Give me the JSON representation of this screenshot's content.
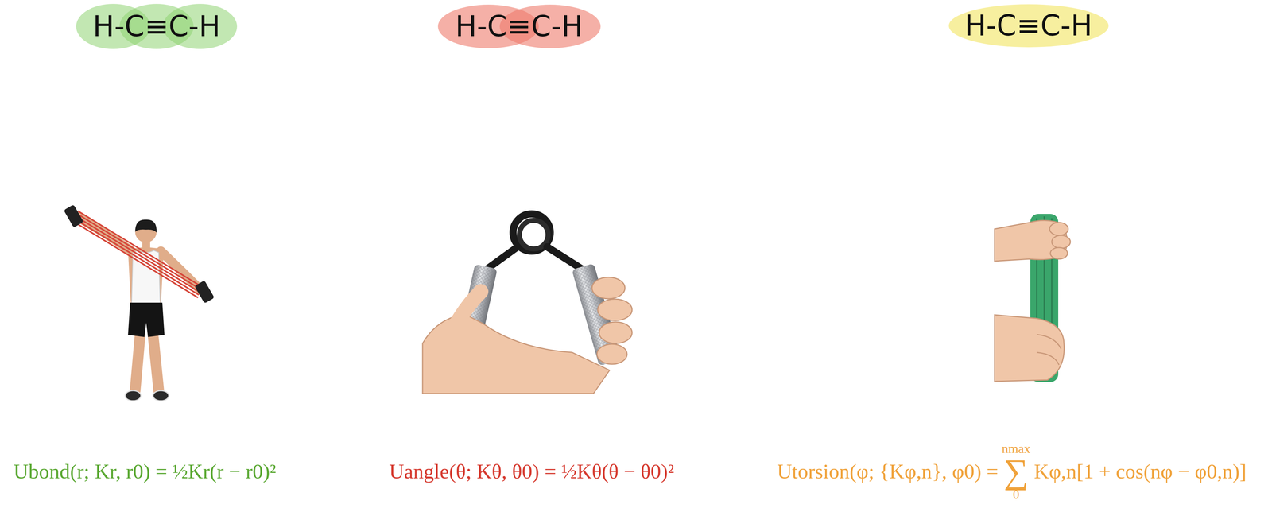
{
  "diagram": {
    "nodes": [
      {
        "text": [
          "H-C≡C-H"
        ]
      },
      {
        "text": [
          "H-C≡C-H"
        ]
      },
      {
        "text": [
          "H-C≡C-H"
        ]
      }
    ],
    "labels": [
      "Ubond(r; Kr, r0) = ½Kr(r − r0)²",
      "Uangle(θ; Kθ, θ0) = ½Kθ(θ − θ0)²",
      "Utorsion(φ; {Kφ,n}, φ0) =",
      "nmax",
      "∑",
      "0",
      "Kφ,n[1 + cos(nφ − φ0,n)]"
    ]
  }
}
